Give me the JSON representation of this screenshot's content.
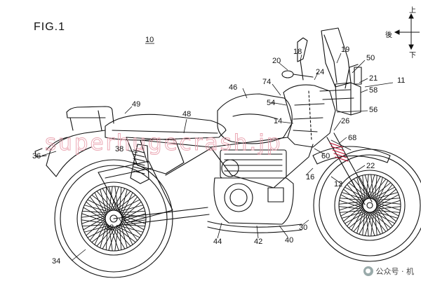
{
  "figure": {
    "title": "FIG.1",
    "main_ref": "10"
  },
  "direction_indicator": {
    "up": "上",
    "rear": "後",
    "down": "下"
  },
  "watermark": {
    "text": "superhugecrash.jp"
  },
  "credit": {
    "text": "公众号 · 机"
  },
  "labels": [
    {
      "id": "20",
      "text": "20"
    },
    {
      "id": "18",
      "text": "18"
    },
    {
      "id": "19",
      "text": "19"
    },
    {
      "id": "50",
      "text": "50"
    },
    {
      "id": "21",
      "text": "21"
    },
    {
      "id": "11",
      "text": "11"
    },
    {
      "id": "58",
      "text": "58"
    },
    {
      "id": "24",
      "text": "24"
    },
    {
      "id": "74",
      "text": "74"
    },
    {
      "id": "46",
      "text": "46"
    },
    {
      "id": "54",
      "text": "54"
    },
    {
      "id": "56",
      "text": "56"
    },
    {
      "id": "49",
      "text": "49"
    },
    {
      "id": "48",
      "text": "48"
    },
    {
      "id": "14",
      "text": "14"
    },
    {
      "id": "26",
      "text": "26"
    },
    {
      "id": "68",
      "text": "68"
    },
    {
      "id": "36",
      "text": "36"
    },
    {
      "id": "38",
      "text": "38"
    },
    {
      "id": "60",
      "text": "60"
    },
    {
      "id": "22",
      "text": "22"
    },
    {
      "id": "16",
      "text": "16"
    },
    {
      "id": "12",
      "text": "12"
    },
    {
      "id": "32",
      "text": "32"
    },
    {
      "id": "30",
      "text": "30"
    },
    {
      "id": "44",
      "text": "44"
    },
    {
      "id": "42",
      "text": "42"
    },
    {
      "id": "40",
      "text": "40"
    },
    {
      "id": "34",
      "text": "34"
    }
  ]
}
